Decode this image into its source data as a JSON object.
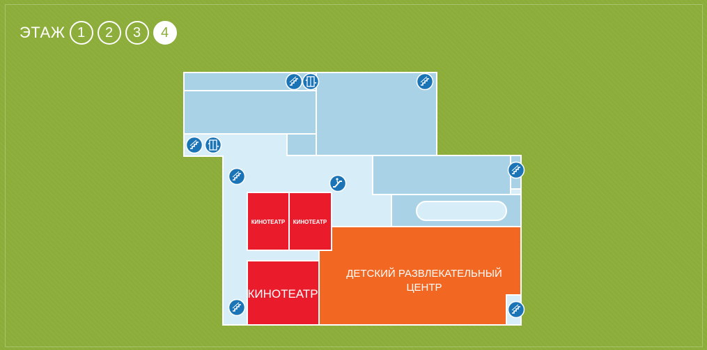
{
  "floor_nav": {
    "label": "ЭТАЖ",
    "floors": [
      "1",
      "2",
      "3",
      "4"
    ],
    "active": "4"
  },
  "rooms": {
    "cinema_small_1": "КИНОТЕАТР",
    "cinema_small_2": "КИНОТЕАТР",
    "cinema_large": "КИНОТЕАТР",
    "kids_center_line1": "ДЕТСКИЙ РАЗВЛЕКАТЕЛЬНЫЙ",
    "kids_center_line2": "ЦЕНТР"
  },
  "icons": [
    "stairs-icon",
    "elevator-icon",
    "escalator-icon"
  ],
  "colors": {
    "background": "#8cad3a",
    "corridor": "#d7eef9",
    "store": "#a9d2e6",
    "wall": "#ffffff",
    "cinema": "#ea1c2b",
    "kids_center": "#f26722",
    "icon": "#1a74b5"
  }
}
